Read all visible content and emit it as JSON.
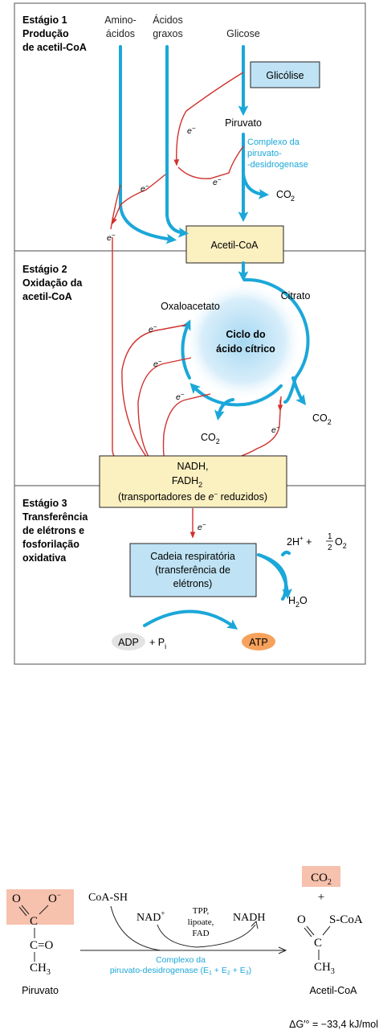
{
  "colors": {
    "blue_arrow": "#1ba7d9",
    "red_arrow": "#d0312d",
    "box_yellow": "#fbf0c0",
    "box_blue": "#bfe3f4",
    "highlight_salmon": "#f6c1ad",
    "atp_orange": "#f6a25c",
    "adp_gray": "#e3e3e3",
    "panel_border": "#6d6e71"
  },
  "stage1": {
    "title": [
      "Estágio 1",
      "Produção",
      "de acetil-CoA"
    ],
    "amino": [
      "Amino-",
      "ácidos"
    ],
    "fatty": [
      "Ácidos",
      "graxos"
    ],
    "glucose": "Glicose",
    "glycolysis": "Glicólise",
    "pyruvate": "Piruvato",
    "complex": [
      "Complexo da",
      "piruvato-",
      "-desidrogenase"
    ],
    "co2": "CO",
    "acetyl": "Acetil-CoA",
    "electron": "e"
  },
  "stage2": {
    "title": [
      "Estágio 2",
      "Oxidação da",
      "acetil-CoA"
    ],
    "oxaloacetate": "Oxaloacetato",
    "citrate": "Citrato",
    "cycle": [
      "Ciclo do",
      "ácido cítrico"
    ],
    "co2": "CO",
    "nadh": "NADH,",
    "fadh2": "FADH",
    "carriers_a": "(transportadores de ",
    "carriers_e": "e",
    "carriers_b": " reduzidos)"
  },
  "stage3": {
    "title": [
      "Estágio 3",
      "Transferência",
      "de elétrons e",
      "fosforilação",
      "oxidativa"
    ],
    "chain": [
      "Cadeia respiratória",
      "(transferência de",
      "elétrons)"
    ],
    "h_term": "2H",
    "plus": "+",
    "half_num": "1",
    "half_den": "2",
    "o2": "O",
    "h2o": "H",
    "h2o_o": "O",
    "adp": "ADP",
    "pi": "+ P",
    "pi_sub": "i",
    "atp": "ATP"
  },
  "reaction": {
    "co2": "CO",
    "plus": "+",
    "coash": "CoA-SH",
    "nad": "NAD",
    "nadh": "NADH",
    "cofactors": [
      "TPP,",
      "lipoate,",
      "FAD"
    ],
    "enzyme_line1": "Complexo da",
    "enzyme_line2": "piruvato-desidrogenase (E",
    "enzyme_e2": " + E",
    "enzyme_e3": " + E",
    "enzyme_end": ")",
    "sub1": "1",
    "sub2": "2",
    "sub3": "3",
    "pyruvate": "Piruvato",
    "acetyl": "Acetil-CoA",
    "o_atom": "O",
    "o_minus": "O",
    "c_atom": "C",
    "c_eq_o": "C=O",
    "ch3": "CH",
    "scoa": "S-CoA",
    "delta_g": "ΔG′° = −33,4 kJ/mol"
  }
}
